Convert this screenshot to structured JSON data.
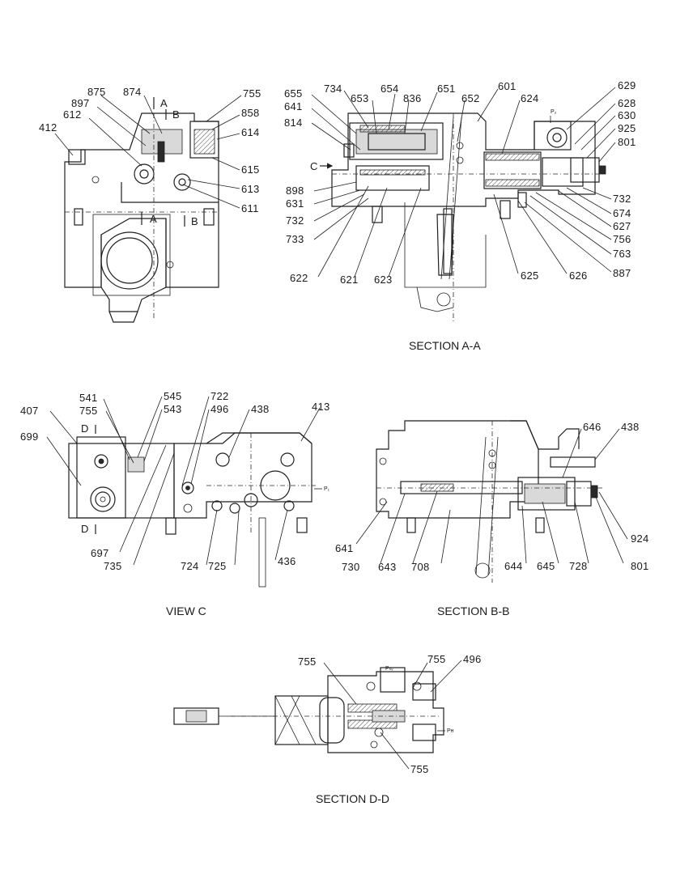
{
  "views": [
    {
      "id": "top-left",
      "caption": "",
      "section_marks": {
        "a_top": "A",
        "b_top": "B",
        "a_bottom": "A",
        "b_bottom": "B"
      },
      "labels": {
        "l412": "412",
        "l612": "612",
        "l897": "897",
        "l875": "875",
        "l874": "874",
        "l755": "755",
        "l858": "858",
        "l614": "614",
        "l615": "615",
        "l613": "613",
        "l611": "611"
      }
    },
    {
      "id": "section-a-a",
      "caption": "SECTION A-A",
      "section_mark": "C",
      "port": "P₂",
      "labels": {
        "l655": "655",
        "l734": "734",
        "l654": "654",
        "l651": "651",
        "l601": "601",
        "l629": "629",
        "l641": "641",
        "l653": "653",
        "l836": "836",
        "l652": "652",
        "l624": "624",
        "l628": "628",
        "l630": "630",
        "l814": "814",
        "l925": "925",
        "l801": "801",
        "l898": "898",
        "l631": "631",
        "l732a": "732",
        "l733": "733",
        "l732b": "732",
        "l674": "674",
        "l627": "627",
        "l756": "756",
        "l763": "763",
        "l622": "622",
        "l621": "621",
        "l623": "623",
        "l625": "625",
        "l626": "626",
        "l887": "887"
      }
    },
    {
      "id": "view-c",
      "caption": "VIEW C",
      "section_marks": {
        "d_top": "D",
        "d_bottom": "D"
      },
      "port": "P₁",
      "labels": {
        "l407": "407",
        "l541": "541",
        "l545": "545",
        "l722": "722",
        "l755": "755",
        "l543": "543",
        "l496": "496",
        "l438": "438",
        "l413": "413",
        "l699": "699",
        "l697": "697",
        "l735": "735",
        "l724": "724",
        "l725": "725",
        "l436": "436"
      }
    },
    {
      "id": "section-b-b",
      "caption": "SECTION B-B",
      "labels": {
        "l646": "646",
        "l438": "438",
        "l641": "641",
        "l730": "730",
        "l643": "643",
        "l708": "708",
        "l644": "644",
        "l645": "645",
        "l728": "728",
        "l801": "801",
        "l924": "924"
      }
    },
    {
      "id": "section-d-d",
      "caption": "SECTION D-D",
      "ports": {
        "psv": "Pₛᵥ",
        "ph": "Pʜ"
      },
      "labels": {
        "l755a": "755",
        "l755b": "755",
        "l496": "496",
        "l755c": "755"
      }
    }
  ]
}
